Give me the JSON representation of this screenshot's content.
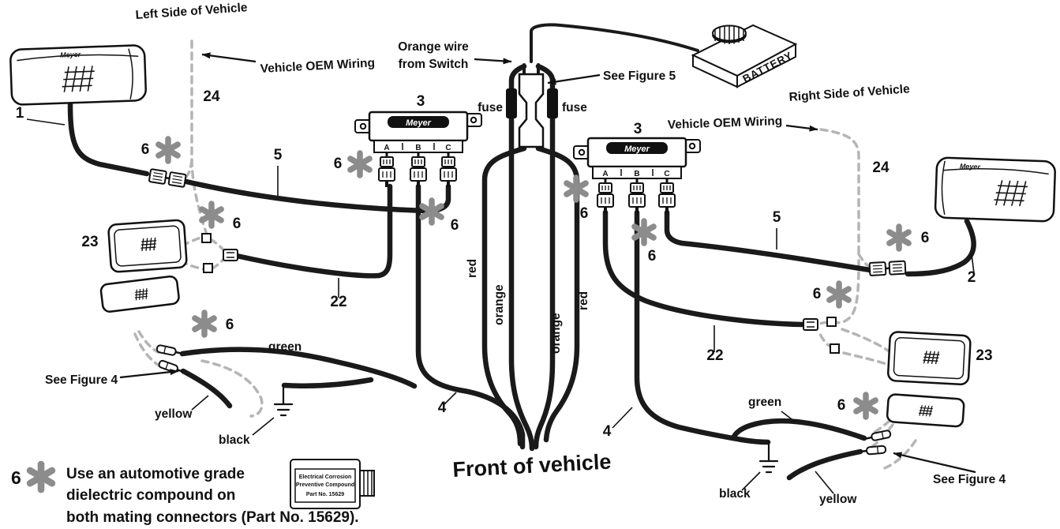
{
  "diagram": {
    "side_labels": {
      "left": "Left Side of Vehicle",
      "right": "Right Side of Vehicle",
      "oem": "Vehicle OEM Wiring",
      "front": "Front of vehicle"
    },
    "annotations": {
      "orange_wire_line1": "Orange wire",
      "orange_wire_line2": "from Switch",
      "see_figure_5": "See Figure 5",
      "see_figure_4": "See Figure 4",
      "fuse": "fuse",
      "battery": "BATTERY",
      "brand": "Meyer"
    },
    "connector_letters": {
      "a": "A",
      "b": "B",
      "c": "C"
    },
    "wire_colors": {
      "red": "red",
      "orange": "orange",
      "green": "green",
      "yellow": "yellow",
      "black": "black"
    },
    "callouts": {
      "n1": "1",
      "n2": "2",
      "n3": "3",
      "n4": "4",
      "n5": "5",
      "n6": "6",
      "n22": "22",
      "n23": "23",
      "n24": "24"
    },
    "legend": {
      "number": "6",
      "line1": "Use an automotive grade",
      "line2": "dielectric compound on",
      "line3": "both mating connectors (Part No. 15629)."
    },
    "bottle": {
      "line1": "Electrical Corrosion",
      "line2": "Preventive Compound",
      "line3": "Part No. 15629"
    },
    "colors": {
      "wire": "#1a1a1a",
      "oem_dashed": "#b5b5b5",
      "asterisk": "#8c8c8c",
      "background": "#ffffff"
    }
  }
}
